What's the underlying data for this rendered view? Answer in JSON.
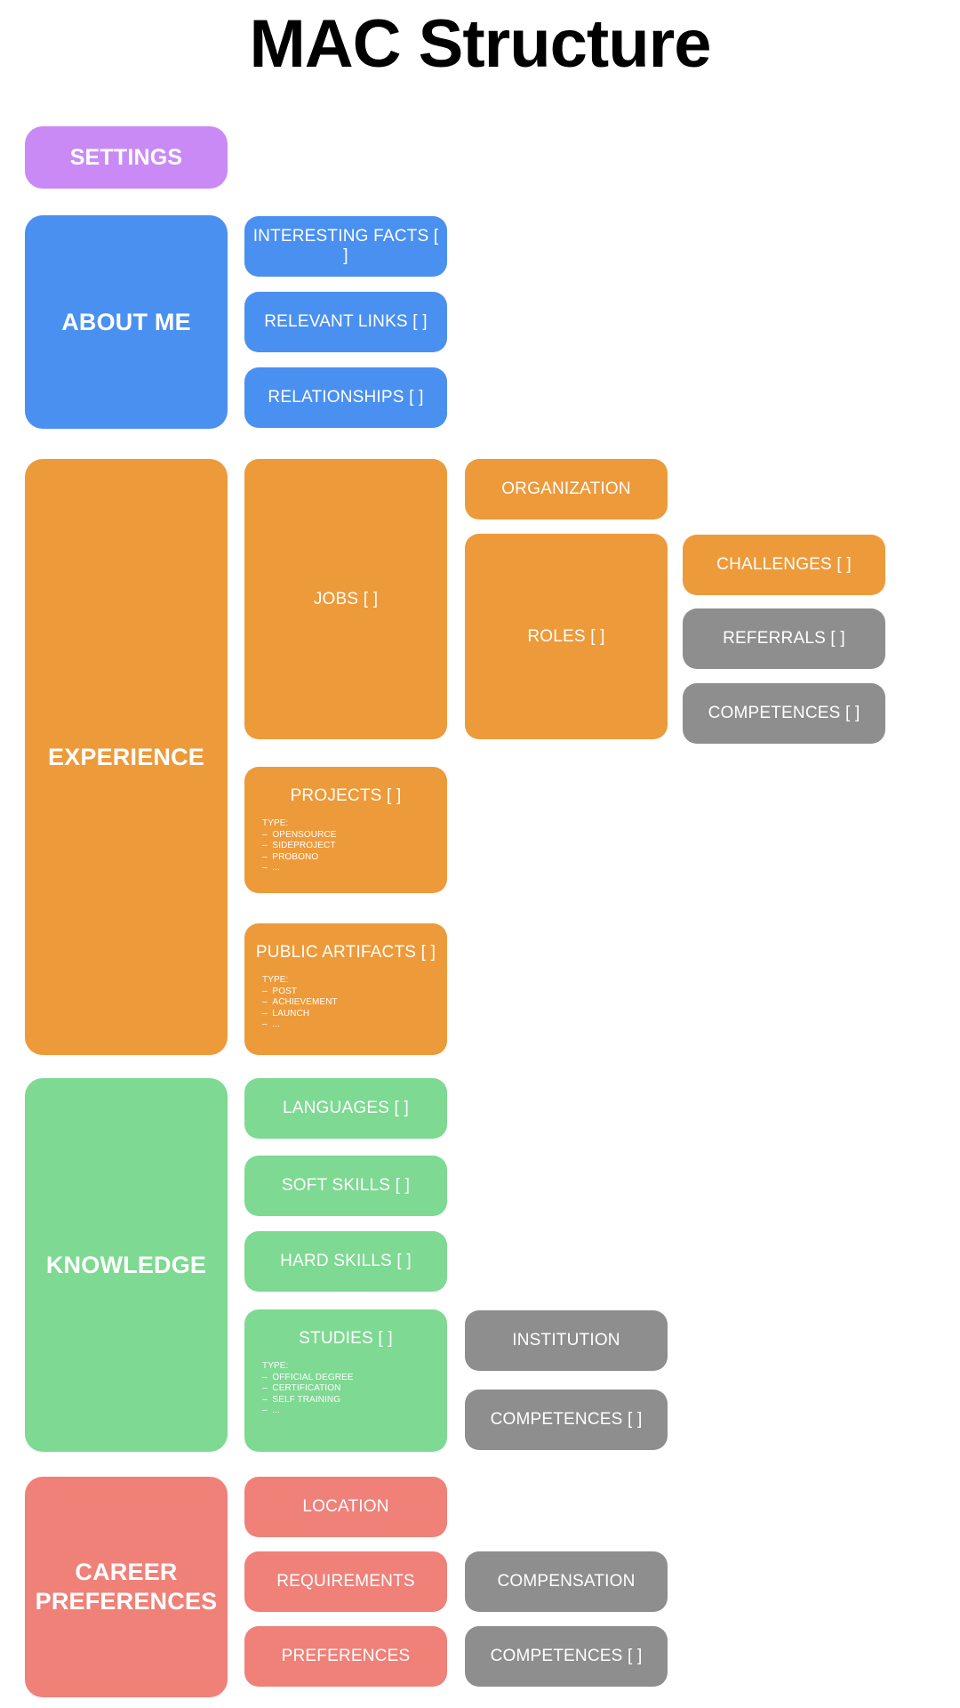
{
  "page": {
    "title": "MAC Structure"
  },
  "palette": {
    "purple": "#c98af5",
    "blue": "#4a90f0",
    "orange": "#ed9a3a",
    "green": "#7ed992",
    "salmon": "#ef8179",
    "gray": "#8e8e8e",
    "text": "#ffffff",
    "background": "#ffffff"
  },
  "sections": {
    "settings": {
      "label": "SETTINGS"
    },
    "about_me": {
      "label": "ABOUT ME",
      "children": [
        {
          "label": "INTERESTING FACTS [ ]"
        },
        {
          "label": "RELEVANT LINKS [ ]"
        },
        {
          "label": "RELATIONSHIPS [ ]"
        }
      ]
    },
    "experience": {
      "label": "EXPERIENCE",
      "jobs": {
        "label": "JOBS [ ]"
      },
      "organization": {
        "label": "ORGANIZATION"
      },
      "roles": {
        "label": "ROLES [ ]"
      },
      "challenges": {
        "label": "CHALLENGES [ ]"
      },
      "referrals": {
        "label": "REFERRALS [ ]"
      },
      "competences": {
        "label": "COMPETENCES [ ]"
      },
      "projects": {
        "label": "PROJECTS [ ]",
        "type_head": "TYPE:",
        "types": [
          "OPENSOURCE",
          "SIDEPROJECT",
          "PROBONO",
          "..."
        ]
      },
      "public_artifacts": {
        "label": "PUBLIC ARTIFACTS [ ]",
        "type_head": "TYPE:",
        "types": [
          "POST",
          "ACHIEVEMENT",
          "LAUNCH",
          "..."
        ]
      }
    },
    "knowledge": {
      "label": "KNOWLEDGE",
      "languages": {
        "label": "LANGUAGES [ ]"
      },
      "soft_skills": {
        "label": "SOFT SKILLS [ ]"
      },
      "hard_skills": {
        "label": "HARD SKILLS [ ]"
      },
      "studies": {
        "label": "STUDIES [ ]",
        "type_head": "TYPE:",
        "types": [
          "OFFICIAL DEGREE",
          "CERTIFICATION",
          "SELF TRAINING",
          "..."
        ]
      },
      "institution": {
        "label": "INSTITUTION"
      },
      "competences": {
        "label": "COMPETENCES [ ]"
      }
    },
    "career_preferences": {
      "label": "CAREER\nPREFERENCES",
      "label_line1": "CAREER",
      "label_line2": "PREFERENCES",
      "location": {
        "label": "LOCATION"
      },
      "requirements": {
        "label": "REQUIREMENTS"
      },
      "preferences": {
        "label": "PREFERENCES"
      },
      "compensation": {
        "label": "COMPENSATION"
      },
      "competences": {
        "label": "COMPETENCES [ ]"
      }
    }
  }
}
